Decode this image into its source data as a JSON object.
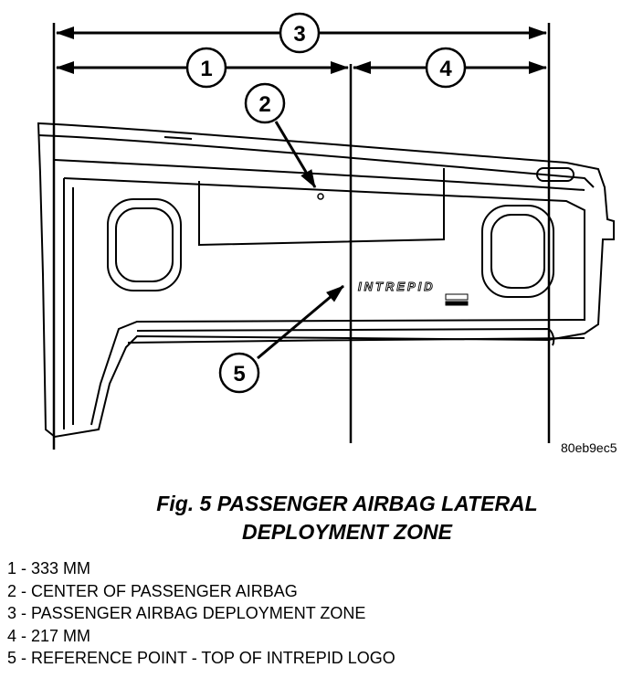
{
  "figure": {
    "callouts": [
      "1",
      "2",
      "3",
      "4",
      "5"
    ],
    "logo_text": "INTREPID",
    "image_code": "80eb9ec5"
  },
  "caption": {
    "line1": "Fig. 5 PASSENGER AIRBAG LATERAL",
    "line2": "DEPLOYMENT ZONE"
  },
  "legend": [
    "1 - 333 MM",
    "2 - CENTER OF PASSENGER AIRBAG",
    "3 - PASSENGER AIRBAG DEPLOYMENT ZONE",
    "4 - 217 MM",
    "5 - REFERENCE POINT - TOP OF INTREPID LOGO"
  ]
}
